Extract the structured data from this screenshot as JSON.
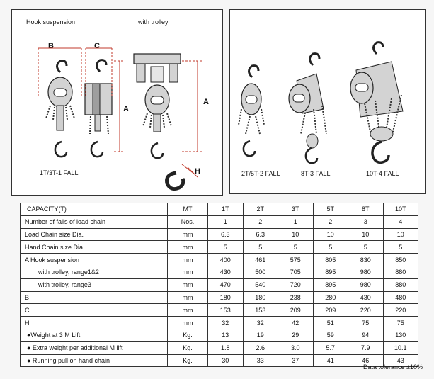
{
  "diagram_left": {
    "title_hook": "Hook suspension",
    "title_trolley": "with trolley",
    "dim_b": "B",
    "dim_c": "C",
    "dim_a_left": "A",
    "dim_a_right": "A",
    "dim_h": "H",
    "fall_label": "1T/3T-1 FALL"
  },
  "diagram_right": {
    "label_1": "2T/5T-2 FALL",
    "label_2": "8T-3 FALL",
    "label_3": "10T-4 FALL"
  },
  "table": {
    "header": {
      "label": "CAPACITY(T)",
      "unit": "MT",
      "capacities": [
        "1T",
        "2T",
        "3T",
        "5T",
        "8T",
        "10T"
      ]
    },
    "rows": [
      {
        "label": "Number of falls of load chain",
        "unit": "Nos.",
        "values": [
          "1",
          "2",
          "1",
          "2",
          "3",
          "4"
        ],
        "style": "plain"
      },
      {
        "label": "Load Chain size Dia.",
        "unit": "mm",
        "values": [
          "6.3",
          "6.3",
          "10",
          "10",
          "10",
          "10"
        ],
        "style": "plain"
      },
      {
        "label": "Hand Chain size Dia.",
        "unit": "mm",
        "values": [
          "5",
          "5",
          "5",
          "5",
          "5",
          "5"
        ],
        "style": "plain"
      },
      {
        "label": "A   Hook suspension",
        "unit": "mm",
        "values": [
          "400",
          "461",
          "575",
          "805",
          "830",
          "850"
        ],
        "style": "plain"
      },
      {
        "label": "with trolley, range1&2",
        "unit": "mm",
        "values": [
          "430",
          "500",
          "705",
          "895",
          "980",
          "880"
        ],
        "style": "indent"
      },
      {
        "label": "with trolley, range3",
        "unit": "mm",
        "values": [
          "470",
          "540",
          "720",
          "895",
          "980",
          "880"
        ],
        "style": "indent"
      },
      {
        "label": "B",
        "unit": "mm",
        "values": [
          "180",
          "180",
          "238",
          "280",
          "430",
          "480"
        ],
        "style": "plain"
      },
      {
        "label": "C",
        "unit": "mm",
        "values": [
          "153",
          "153",
          "209",
          "209",
          "220",
          "220"
        ],
        "style": "plain"
      },
      {
        "label": "H",
        "unit": "mm",
        "values": [
          "32",
          "32",
          "42",
          "51",
          "75",
          "75"
        ],
        "style": "plain"
      },
      {
        "label": "●Weight at 3 M Lift",
        "unit": "Kg.",
        "values": [
          "13",
          "19",
          "29",
          "59",
          "94",
          "130"
        ],
        "style": "bullet"
      },
      {
        "label": "● Extra weight per additional M lift",
        "unit": "Kg.",
        "values": [
          "1.8",
          "2.6",
          "3.0",
          "5.7",
          "7.9",
          "10.1"
        ],
        "style": "bullet"
      },
      {
        "label": "● Running pull on hand chain",
        "unit": "Kg.",
        "values": [
          "30",
          "33",
          "37",
          "41",
          "46",
          "43"
        ],
        "style": "bullet"
      }
    ]
  },
  "tolerance": "Data tolerance ±10%",
  "colors": {
    "dimension_red": "#c0392b",
    "ink": "#111111",
    "hoist_gray": "#bdbdbd"
  }
}
